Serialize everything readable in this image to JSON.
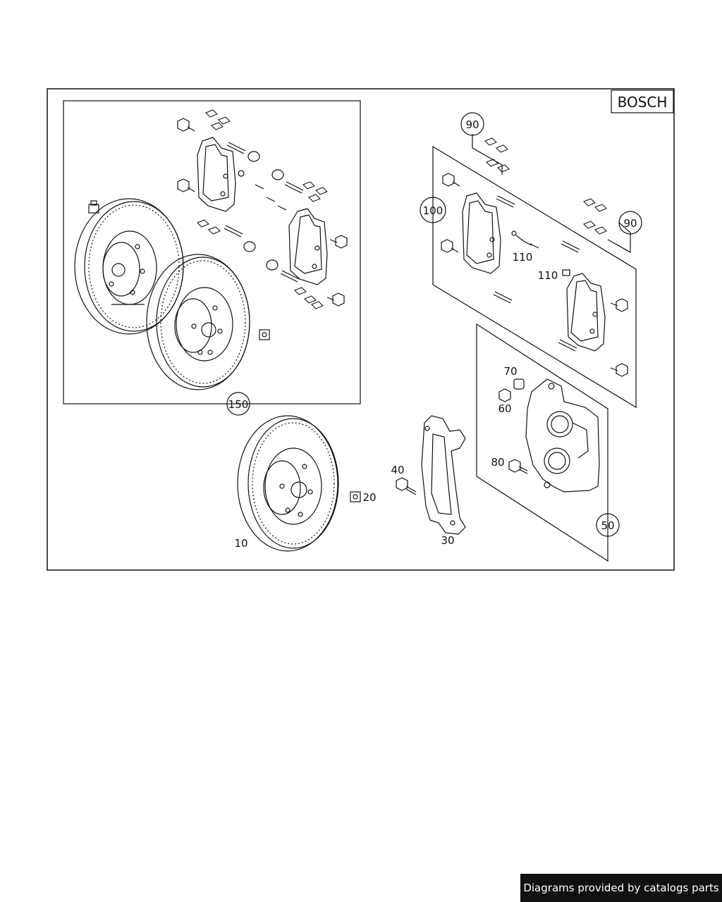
{
  "brand": "BOSCH",
  "footer_text": "Diagrams provided by catalogs parts",
  "callouts": {
    "c10": "10",
    "c20": "20",
    "c30": "30",
    "c40": "40",
    "c50": "50",
    "c60": "60",
    "c70": "70",
    "c80": "80",
    "c90a": "90",
    "c90b": "90",
    "c100": "100",
    "c110a": "110",
    "c110b": "110",
    "c150": "150"
  }
}
